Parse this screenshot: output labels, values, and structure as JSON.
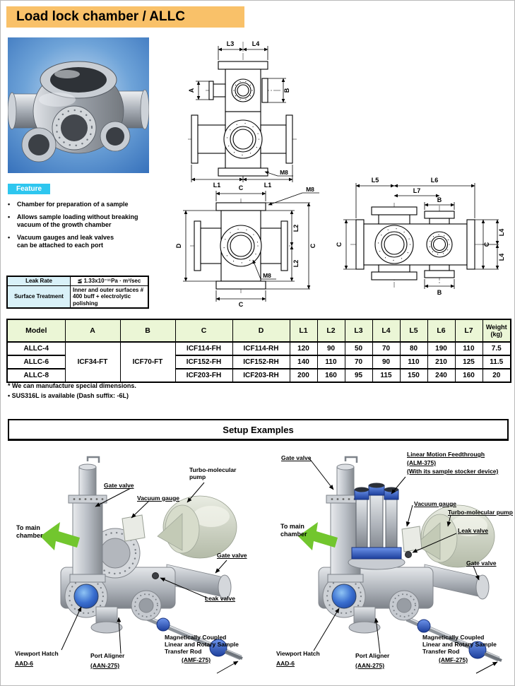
{
  "page": {
    "title": "Load lock chamber / ALLC"
  },
  "colors": {
    "title_bg": "#f9c169",
    "feature_bg": "#2ec6ef",
    "table_header_bg": "#ebf6d6",
    "spec_label_bg": "#d9f1f8",
    "photo_blue": "#2a66b5",
    "arrow_green": "#72c62e",
    "viewport_blue": "#2f63c8"
  },
  "feature": {
    "heading": "Feature",
    "bullet_char": "•",
    "bullets": [
      "Chamber for preparation of a sample",
      "Allows sample loading without breaking\nvacuum of the growth chamber",
      "Vacuum gauges and leak valves\ncan be attached to each port"
    ]
  },
  "quick_specs": {
    "rows": [
      {
        "label": "Leak Rate",
        "value": "≦ 1.33x10⁻¹¹Pa · m³/sec"
      },
      {
        "label": "Surface Treatment",
        "value": "Inner and outer surfaces # 400 buff + electrolytic polishing"
      }
    ]
  },
  "drawings": {
    "front": {
      "l3": "L3",
      "l4": "L4",
      "a": "A",
      "b": "B",
      "l1": "L1",
      "m8": "M8"
    },
    "plan": {
      "c": "C",
      "d": "D",
      "l2": "L2",
      "m8": "M8"
    },
    "side": {
      "l5": "L5",
      "l6": "L6",
      "l7": "L7",
      "b": "B",
      "c": "C",
      "l4": "L4"
    }
  },
  "spec_table": {
    "headers": [
      "Model",
      "A",
      "B",
      "C",
      "D",
      "L1",
      "L2",
      "L3",
      "L4",
      "L5",
      "L6",
      "L7",
      "Weight\n(kg)"
    ],
    "merged_a": "ICF34-FT",
    "merged_b": "ICF70-FT",
    "rows": [
      {
        "model": "ALLC-4",
        "c": "ICF114-FH",
        "d": "ICF114-RH",
        "l1": "120",
        "l2": "90",
        "l3": "50",
        "l4": "70",
        "l5": "80",
        "l6": "190",
        "l7": "110",
        "weight": "7.5"
      },
      {
        "model": "ALLC-6",
        "c": "ICF152-FH",
        "d": "ICF152-RH",
        "l1": "140",
        "l2": "110",
        "l3": "70",
        "l4": "90",
        "l5": "110",
        "l6": "210",
        "l7": "125",
        "weight": "11.5"
      },
      {
        "model": "ALLC-8",
        "c": "ICF203-FH",
        "d": "ICF203-RH",
        "l1": "200",
        "l2": "160",
        "l3": "95",
        "l4": "115",
        "l5": "150",
        "l6": "240",
        "l7": "160",
        "weight": "20"
      }
    ]
  },
  "notes": [
    "* We can manufacture special dimensions.",
    "• SUS316L is available (Dash suffix: -6L)"
  ],
  "setup": {
    "title": "Setup Examples",
    "left": {
      "gate_valve_top": "Gate valve",
      "vacuum_gauge": "Vacuum gauge",
      "turbo_pump": "Turbo-molecular\npump",
      "to_main_chamber": "To main\nchamber",
      "gate_valve_right": "Gate valve",
      "leak_valve": "Leak valve",
      "viewport_hatch": "Viewport Hatch",
      "viewport_hatch_model": "AAD-6",
      "port_aligner": "Port Aligner",
      "port_aligner_model": "(AAN-275)",
      "transfer_rod": "Magnetically Coupled\nLinear and Rotary Sample\nTransfer Rod",
      "transfer_rod_model": "(AMF-275)"
    },
    "right": {
      "gate_valve_top": "Gate valve",
      "feedthrough": "Linear Motion Feedthrough",
      "feedthrough_model": "(ALM-375)",
      "feedthrough_note": "(With its sample stocker device)",
      "vacuum_gauge": "Vacuum gauge",
      "turbo_pump": "Turbo-molecular pump",
      "leak_valve": "Leak valve",
      "to_main_chamber": "To main\nchamber",
      "gate_valve_right": "Gate valve",
      "viewport_hatch": "Viewport Hatch",
      "viewport_hatch_model": "AAD-6",
      "port_aligner": "Port Aligner",
      "port_aligner_model": "(AAN-275)",
      "transfer_rod": "Magnetically Coupled\nLinear and Rotary Sample\nTransfer Rod",
      "transfer_rod_model": "(AMF-275)"
    }
  }
}
